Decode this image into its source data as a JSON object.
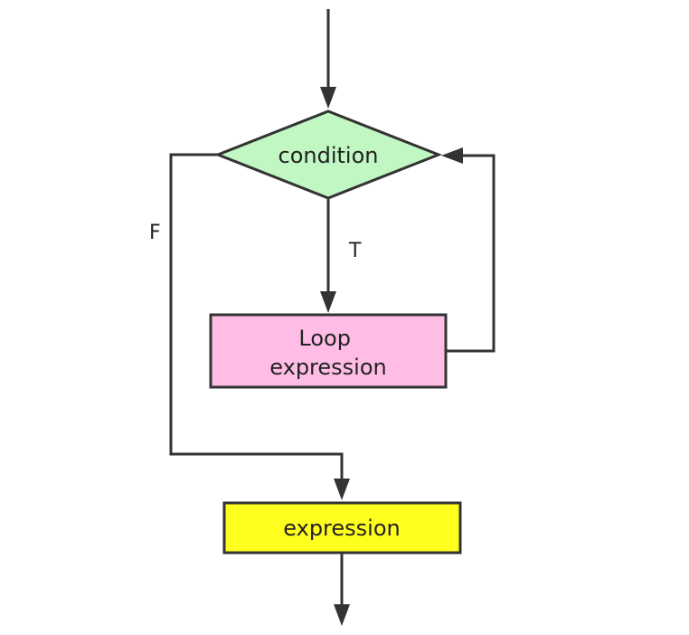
{
  "diagram": {
    "type": "flowchart",
    "nodes": {
      "condition": {
        "label": "condition",
        "shape": "diamond",
        "fill": "#c1f7c2",
        "stroke": "#333333"
      },
      "loop": {
        "label_lines": [
          "Loop",
          "expression"
        ],
        "shape": "rectangle",
        "fill": "#ffbde6",
        "stroke": "#333333"
      },
      "after": {
        "label": "expression",
        "shape": "rectangle",
        "fill": "#ffff1f",
        "stroke": "#333333"
      }
    },
    "branches": {
      "true_label": "T",
      "false_label": "F"
    },
    "edge_color": "#333333"
  }
}
